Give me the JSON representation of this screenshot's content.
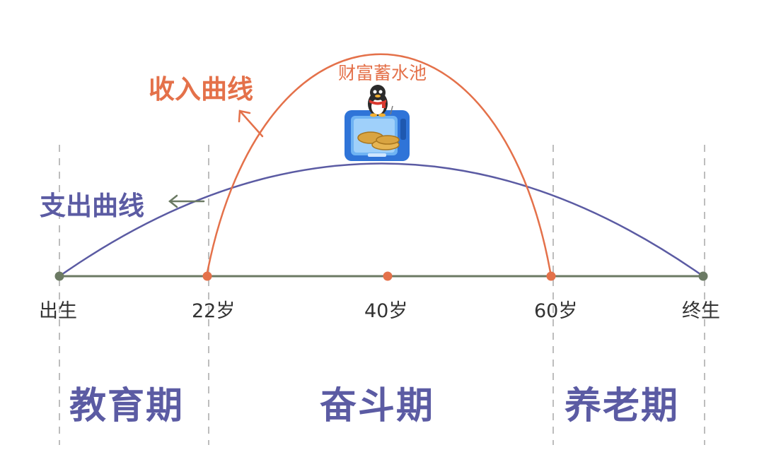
{
  "colors": {
    "income": "#e4714a",
    "expense": "#5b5ba3",
    "axis": "#6b7a63",
    "grid": "#bdbdbd",
    "pool_blue": "#2f74d8"
  },
  "labels": {
    "income_curve": "收入曲线",
    "expense_curve": "支出曲线",
    "wealth_pool": "财富蓄水池"
  },
  "axis_ticks": [
    "出生",
    "22岁",
    "40岁",
    "60岁",
    "终生"
  ],
  "periods": [
    "教育期",
    "奋斗期",
    "养老期"
  ],
  "icons": [
    "penguin-icon",
    "coin-box-icon",
    "arrow-icon"
  ]
}
